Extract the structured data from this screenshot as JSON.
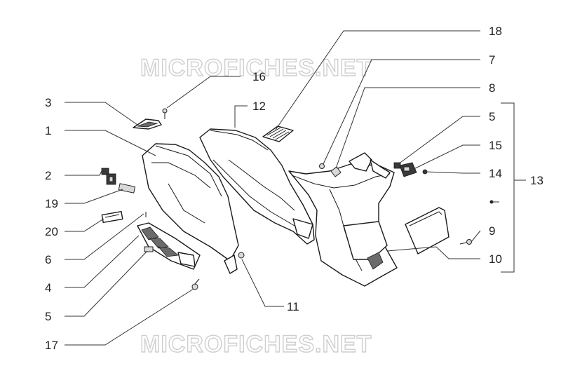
{
  "watermark_text": "MICROFICHES.NET",
  "callouts": {
    "c1": "1",
    "c2": "2",
    "c3": "3",
    "c4": "4",
    "c5_left": "5",
    "c5_right": "5",
    "c6": "6",
    "c7": "7",
    "c8": "8",
    "c9": "9",
    "c10": "10",
    "c11": "11",
    "c12": "12",
    "c13": "13",
    "c14": "14",
    "c15": "15",
    "c16": "16",
    "c17": "17",
    "c18": "18",
    "c19": "19",
    "c20": "20"
  }
}
